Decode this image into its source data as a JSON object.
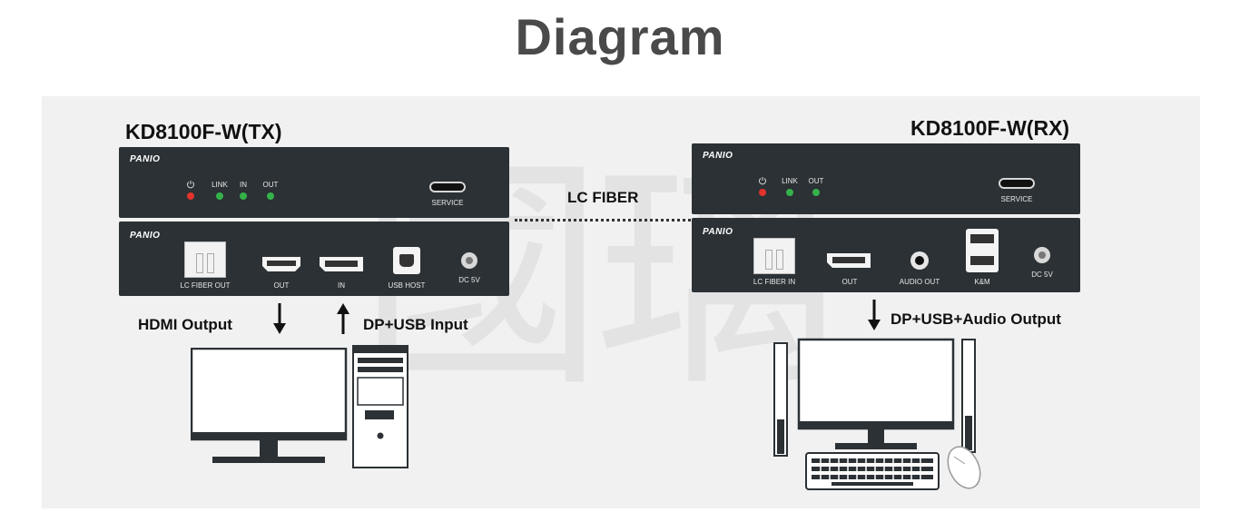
{
  "title": "Diagram",
  "watermark": "國璃",
  "brand": "PANIO",
  "tx": {
    "title": "KD8100F-W(TX)",
    "front": {
      "indicators": [
        "LINK",
        "IN",
        "OUT"
      ],
      "service": "SERVICE"
    },
    "rear": {
      "ports": [
        "LC FIBER OUT",
        "OUT",
        "IN",
        "USB HOST",
        "DC 5V"
      ]
    },
    "hdmi_caption": "HDMI Output",
    "input_caption": "DP+USB Input"
  },
  "rx": {
    "title": "KD8100F-W(RX)",
    "front": {
      "indicators": [
        "LINK",
        "OUT"
      ],
      "service": "SERVICE"
    },
    "rear": {
      "ports": [
        "LC FIBER IN",
        "OUT",
        "AUDIO OUT",
        "K&M",
        "DC 5V"
      ]
    },
    "output_caption": "DP+USB+Audio Output"
  },
  "link_label": "LC FIBER",
  "colors": {
    "device": "#2b3135",
    "led_power": "#e2342c",
    "led_status": "#35b24a",
    "title": "#4a4a4a"
  },
  "icons": [
    "power-icon",
    "arrow-down-icon",
    "arrow-up-icon",
    "monitor-icon",
    "pc-tower-icon",
    "speaker-icon",
    "keyboard-icon",
    "mouse-icon"
  ]
}
